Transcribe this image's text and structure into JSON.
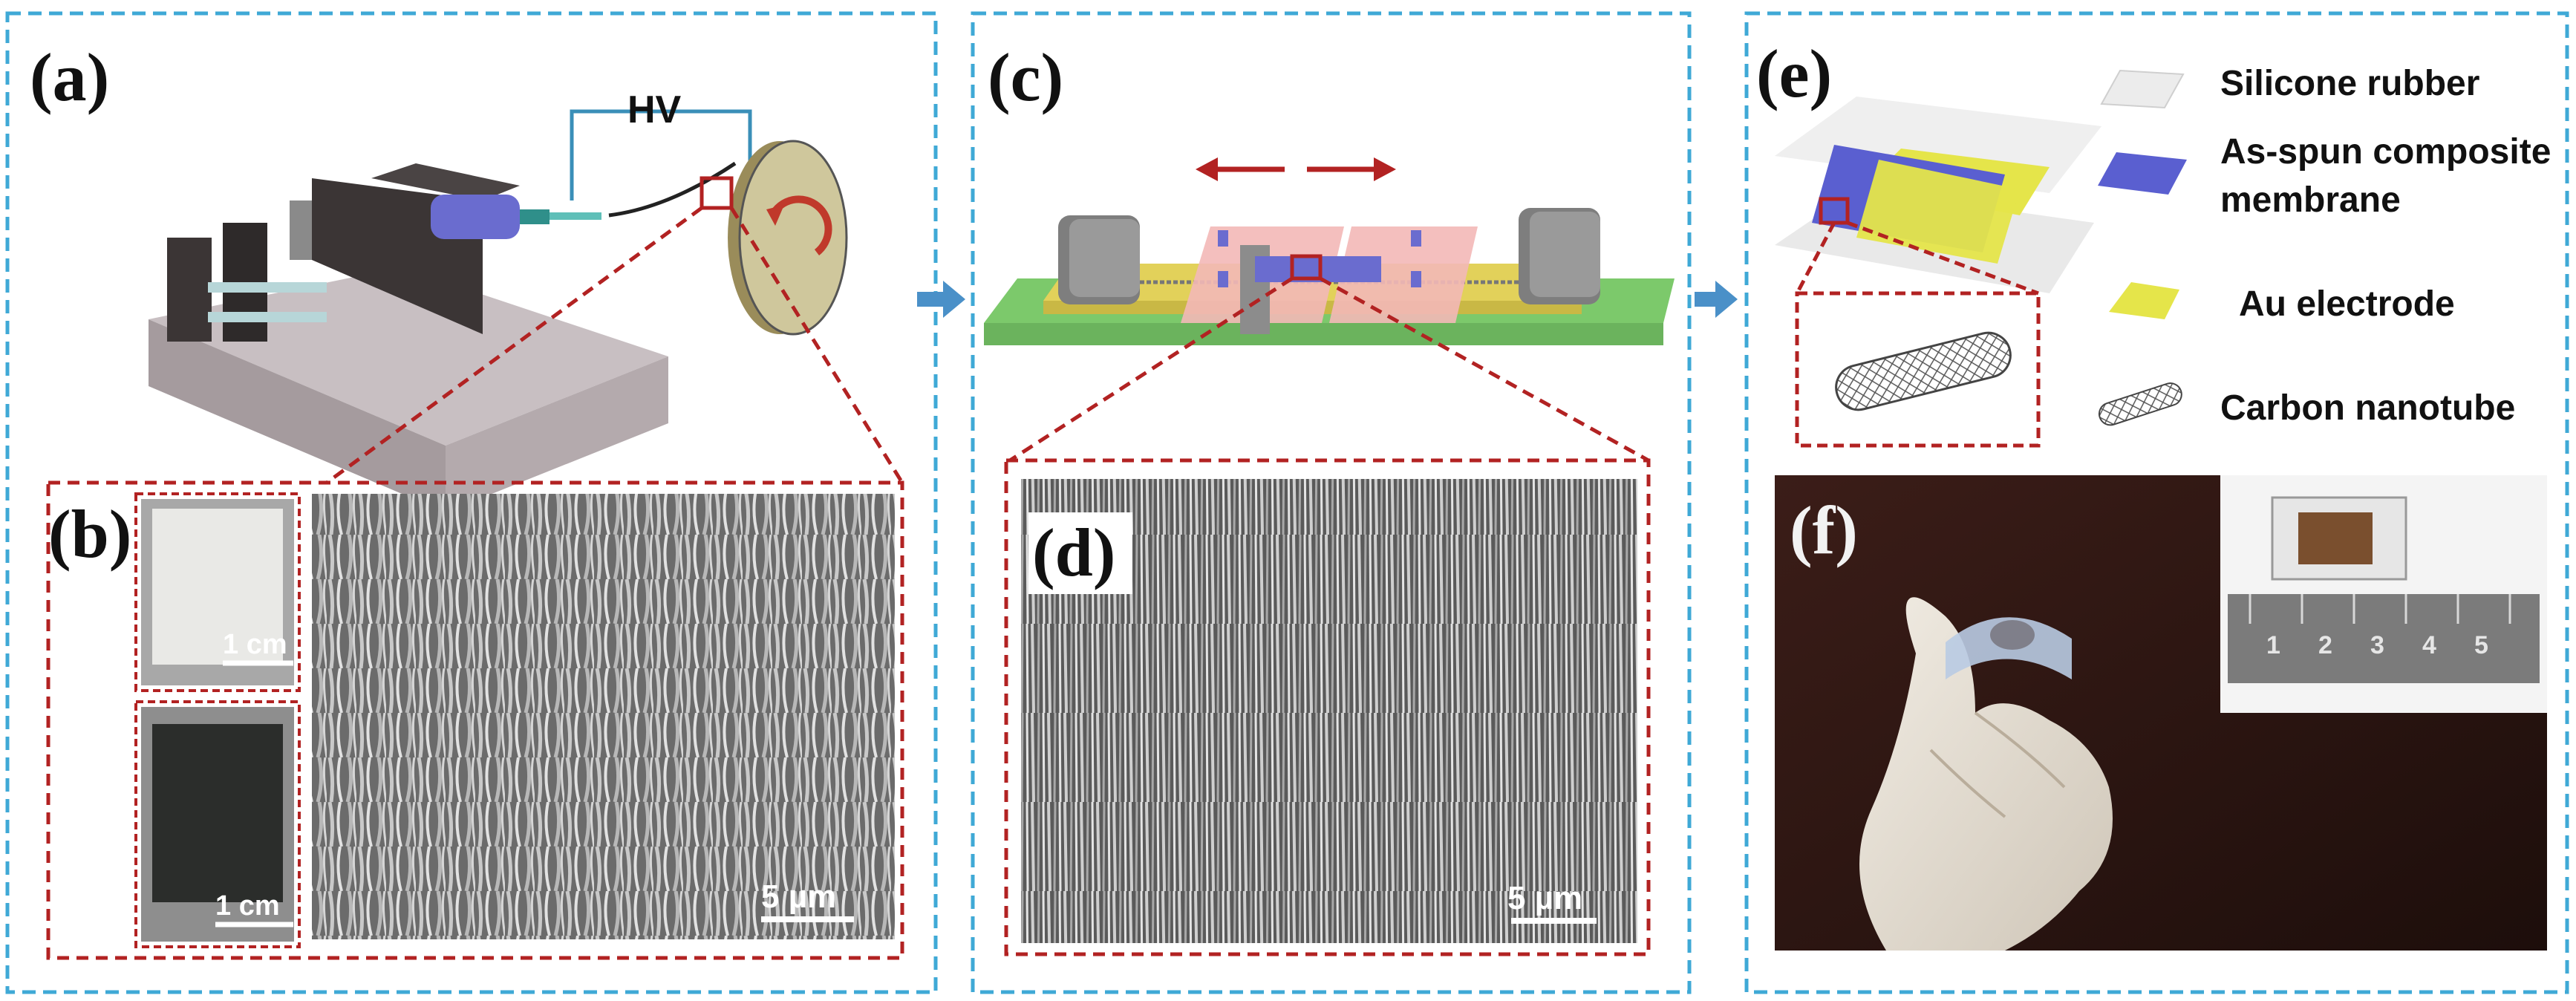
{
  "panels": {
    "a": {
      "label": "(a)",
      "hv_label": "HV"
    },
    "b": {
      "label": "(b)",
      "scale_top": "1 cm",
      "scale_bottom": "1 cm",
      "scale_sem": "5 µm"
    },
    "c": {
      "label": "(c)"
    },
    "d": {
      "label": "(d)",
      "scale_sem": "5 µm"
    },
    "e": {
      "label": "(e)",
      "legend": [
        {
          "text": "Silicone rubber",
          "icon": "silicone-rubber-icon"
        },
        {
          "text_line1": "As-spun composite",
          "text_line2": "membrane",
          "icon": "membrane-icon"
        },
        {
          "text": "Au electrode",
          "icon": "au-electrode-icon"
        },
        {
          "text": "Carbon nanotube",
          "icon": "carbon-nanotube-icon"
        }
      ]
    },
    "f": {
      "label": "(f)",
      "ruler_numbers": [
        "1",
        "2",
        "3",
        "4",
        "5"
      ]
    }
  },
  "colors": {
    "panel_border": "#3fa9d6",
    "zoom_border": "#b22222",
    "arrow": "#4a90c8",
    "membrane": "#5a5fd0",
    "electrode": "#e5e54a",
    "substrate": "#7cc96b",
    "rotation_arrow": "#c0392b"
  }
}
